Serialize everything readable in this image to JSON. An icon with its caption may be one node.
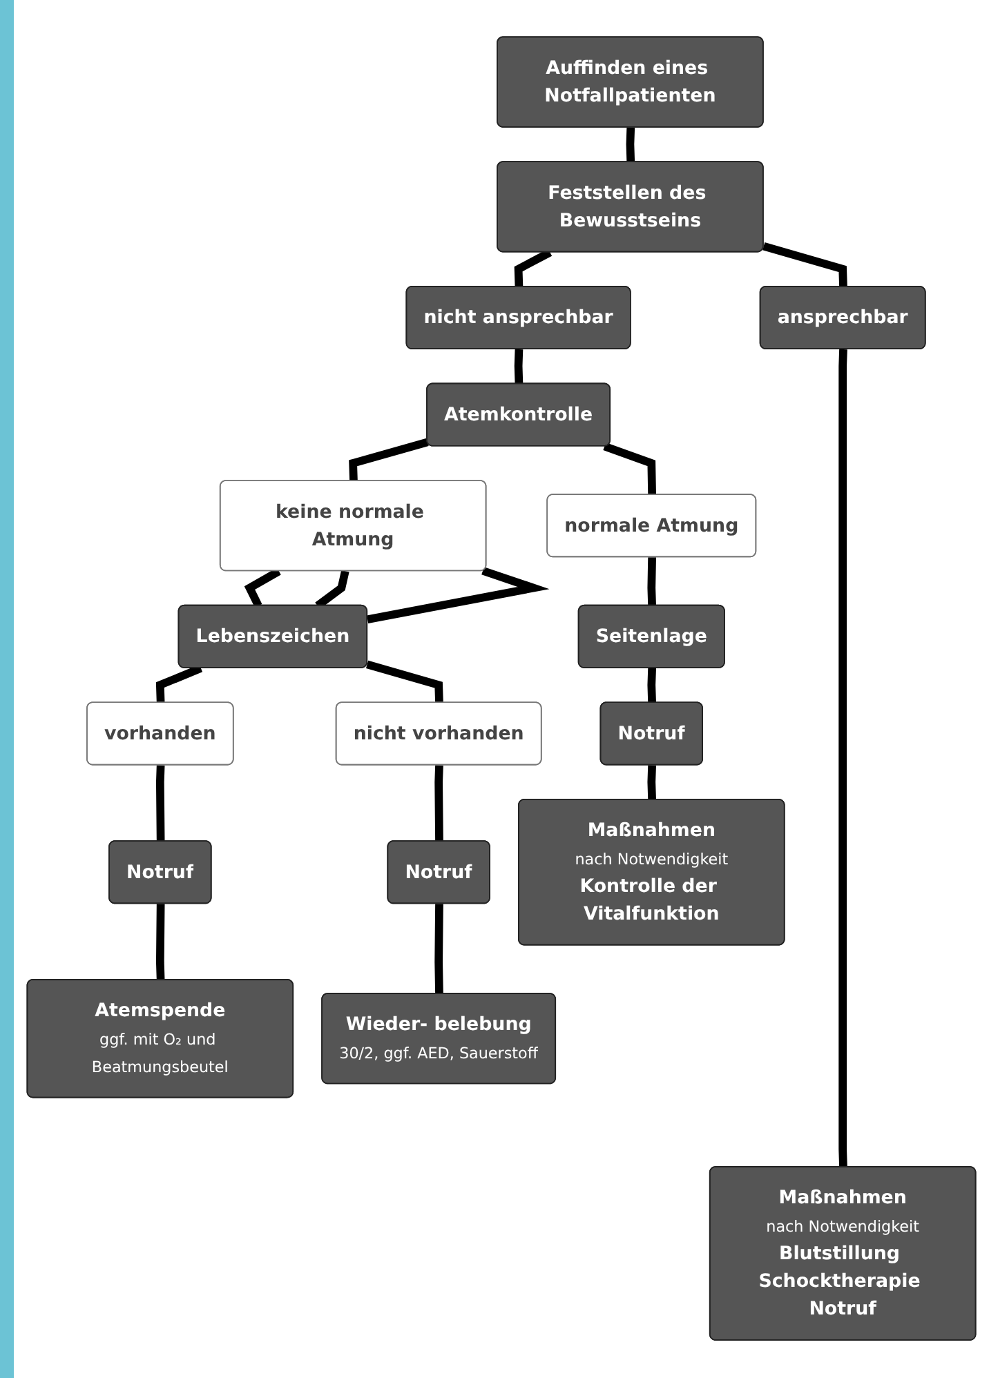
{
  "diagram": {
    "nodes": [
      {
        "text": [
          "Auffinden eines Notfallpatienten"
        ]
      },
      {
        "text": [
          "Feststellen des Bewusstseins"
        ]
      },
      {
        "text": [
          "nicht ansprechbar"
        ]
      },
      {
        "text": [
          "ansprechbar"
        ]
      },
      {
        "text": [
          "Atemkontrolle"
        ]
      },
      {
        "text": [
          "normale Atmung"
        ]
      },
      {
        "text": [
          "keine normale Atmung"
        ]
      },
      {
        "text": [
          "Seitenlage"
        ]
      },
      {
        "text": [
          "Lebenszeichen"
        ]
      },
      {
        "text": [
          "vorhanden"
        ]
      },
      {
        "text": [
          "nicht vorhanden"
        ]
      },
      {
        "text": [
          "Notruf"
        ]
      },
      {
        "text": [
          "Notruf"
        ]
      },
      {
        "text": [
          "Notruf"
        ]
      },
      {
        "text": [
          "Maßnahmen",
          "nach Notwendigkeit",
          "Kontrolle der Vitalfunktion"
        ]
      },
      {
        "text": [
          "Atemspende",
          "ggf. mit O₂ und Beatmungsbeutel"
        ]
      },
      {
        "text": [
          "Wieder- belebung",
          "30/2, ggf. AED, Sauerstoff"
        ]
      },
      {
        "text": [
          "Maßnahmen",
          "nach Notwendigkeit",
          "Blutstillung Schocktherapie Notruf"
        ]
      }
    ],
    "edges": [
      {
        "from": 0,
        "to": 1,
        "arrow": "none"
      },
      {
        "from": 1,
        "to": 2,
        "arrow": "none"
      },
      {
        "from": 1,
        "to": 3,
        "arrow": "none"
      },
      {
        "from": 2,
        "to": 4,
        "arrow": "none"
      },
      {
        "from": 4,
        "to": 5,
        "arrow": "none"
      },
      {
        "from": 4,
        "to": 6,
        "arrow": "none"
      },
      {
        "from": 5,
        "to": 7,
        "arrow": "none"
      },
      {
        "from": 6,
        "to": 8,
        "arrow": "none"
      },
      {
        "from": 6,
        "to": 8,
        "arrow": "none"
      },
      {
        "from": 6,
        "to": 8,
        "arrow": "none"
      },
      {
        "from": 8,
        "to": 9,
        "arrow": "none"
      },
      {
        "from": 8,
        "to": 10,
        "arrow": "none"
      },
      {
        "from": 7,
        "to": 11,
        "arrow": "none"
      },
      {
        "from": 9,
        "to": 12,
        "arrow": "none"
      },
      {
        "from": 10,
        "to": 13,
        "arrow": "none"
      },
      {
        "from": 11,
        "to": 14,
        "arrow": "none"
      },
      {
        "from": 12,
        "to": 15,
        "arrow": "none"
      },
      {
        "from": 13,
        "to": 16,
        "arrow": "none"
      },
      {
        "from": 3,
        "to": 17,
        "arrow": "none"
      }
    ]
  }
}
